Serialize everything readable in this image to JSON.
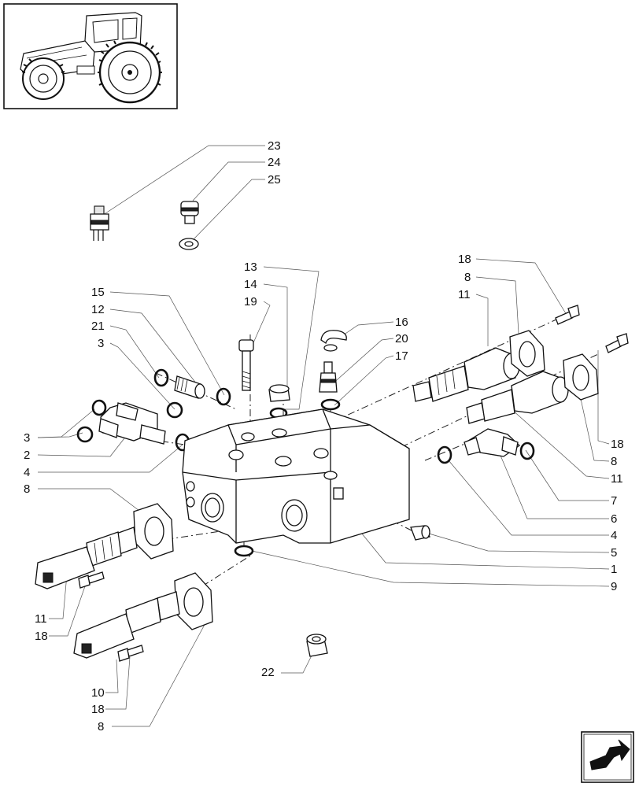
{
  "callouts": [
    {
      "id": "c23",
      "text": "23"
    },
    {
      "id": "c24",
      "text": "24"
    },
    {
      "id": "c25",
      "text": "25"
    },
    {
      "id": "c13",
      "text": "13"
    },
    {
      "id": "c14",
      "text": "14"
    },
    {
      "id": "c19",
      "text": "19"
    },
    {
      "id": "c15",
      "text": "15"
    },
    {
      "id": "c12",
      "text": "12"
    },
    {
      "id": "c21",
      "text": "21"
    },
    {
      "id": "c3a",
      "text": "3"
    },
    {
      "id": "c16",
      "text": "16"
    },
    {
      "id": "c20",
      "text": "20"
    },
    {
      "id": "c17",
      "text": "17"
    },
    {
      "id": "c18a",
      "text": "18"
    },
    {
      "id": "c8a",
      "text": "8"
    },
    {
      "id": "c11a",
      "text": "11"
    },
    {
      "id": "c3b",
      "text": "3"
    },
    {
      "id": "c2",
      "text": "2"
    },
    {
      "id": "c4a",
      "text": "4"
    },
    {
      "id": "c8b",
      "text": "8"
    },
    {
      "id": "c18b",
      "text": "18"
    },
    {
      "id": "c8c",
      "text": "8"
    },
    {
      "id": "c11b",
      "text": "11"
    },
    {
      "id": "c7",
      "text": "7"
    },
    {
      "id": "c6",
      "text": "6"
    },
    {
      "id": "c4b",
      "text": "4"
    },
    {
      "id": "c5",
      "text": "5"
    },
    {
      "id": "c1",
      "text": "1"
    },
    {
      "id": "c9",
      "text": "9"
    },
    {
      "id": "c11c",
      "text": "11"
    },
    {
      "id": "c18c",
      "text": "18"
    },
    {
      "id": "c22",
      "text": "22"
    },
    {
      "id": "c10",
      "text": "10"
    },
    {
      "id": "c18d",
      "text": "18"
    },
    {
      "id": "c8d",
      "text": "8"
    }
  ],
  "icons": {
    "thumbnail": "tractor-thumbnail-icon",
    "navigation": "page-turn-arrow-icon"
  },
  "colors": {
    "line": "#111111",
    "background": "#ffffff"
  }
}
